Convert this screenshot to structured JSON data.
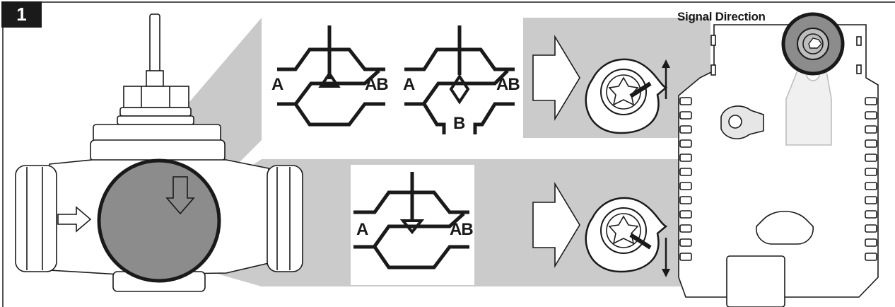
{
  "figure": {
    "number": "1",
    "signal_direction_label": "Signal Direction"
  },
  "diagrams": {
    "mixing": {
      "port_left": "A",
      "port_right": "AB"
    },
    "diverting": {
      "port_left": "A",
      "port_right": "AB",
      "port_bottom": "B"
    },
    "two_way": {
      "port_left": "A",
      "port_right": "AB"
    }
  },
  "icons": {
    "arrow": "right-arrow-icon",
    "dial_up": "rotary-dial-up-icon",
    "dial_down": "rotary-dial-down-icon"
  },
  "colors": {
    "ink": "#1a1a1a",
    "projection_gray": "#c8c8c8",
    "lens_gray": "#8c8c8c"
  }
}
